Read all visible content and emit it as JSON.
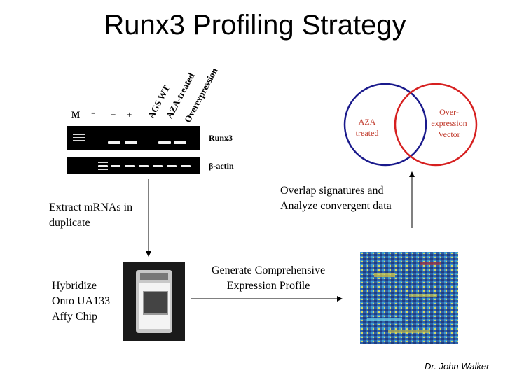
{
  "title": "Runx3 Profiling Strategy",
  "gel": {
    "marker_label": "M",
    "lane_signs": [
      "-",
      "+",
      "+"
    ],
    "lane_labels": [
      "AGS WT",
      "AZA-treated",
      "Overexpression"
    ],
    "gene_labels": [
      "Runx3",
      "β-actin"
    ]
  },
  "venn": {
    "left_label_lines": [
      "AZA",
      "treated"
    ],
    "right_label_lines": [
      "Over-",
      "expression",
      "Vector"
    ],
    "left_color": "#1a1a8c",
    "right_color": "#d62020",
    "text_color": "#c0392b"
  },
  "steps": {
    "extract": [
      "Extract mRNAs in",
      "duplicate"
    ],
    "hybridize": [
      "Hybridize",
      "Onto UA133",
      "Affy Chip"
    ],
    "generate": [
      "Generate Comprehensive",
      "Expression Profile"
    ],
    "overlap": [
      "Overlap signatures and",
      "Analyze convergent data"
    ]
  },
  "footer": "Dr. John Walker"
}
